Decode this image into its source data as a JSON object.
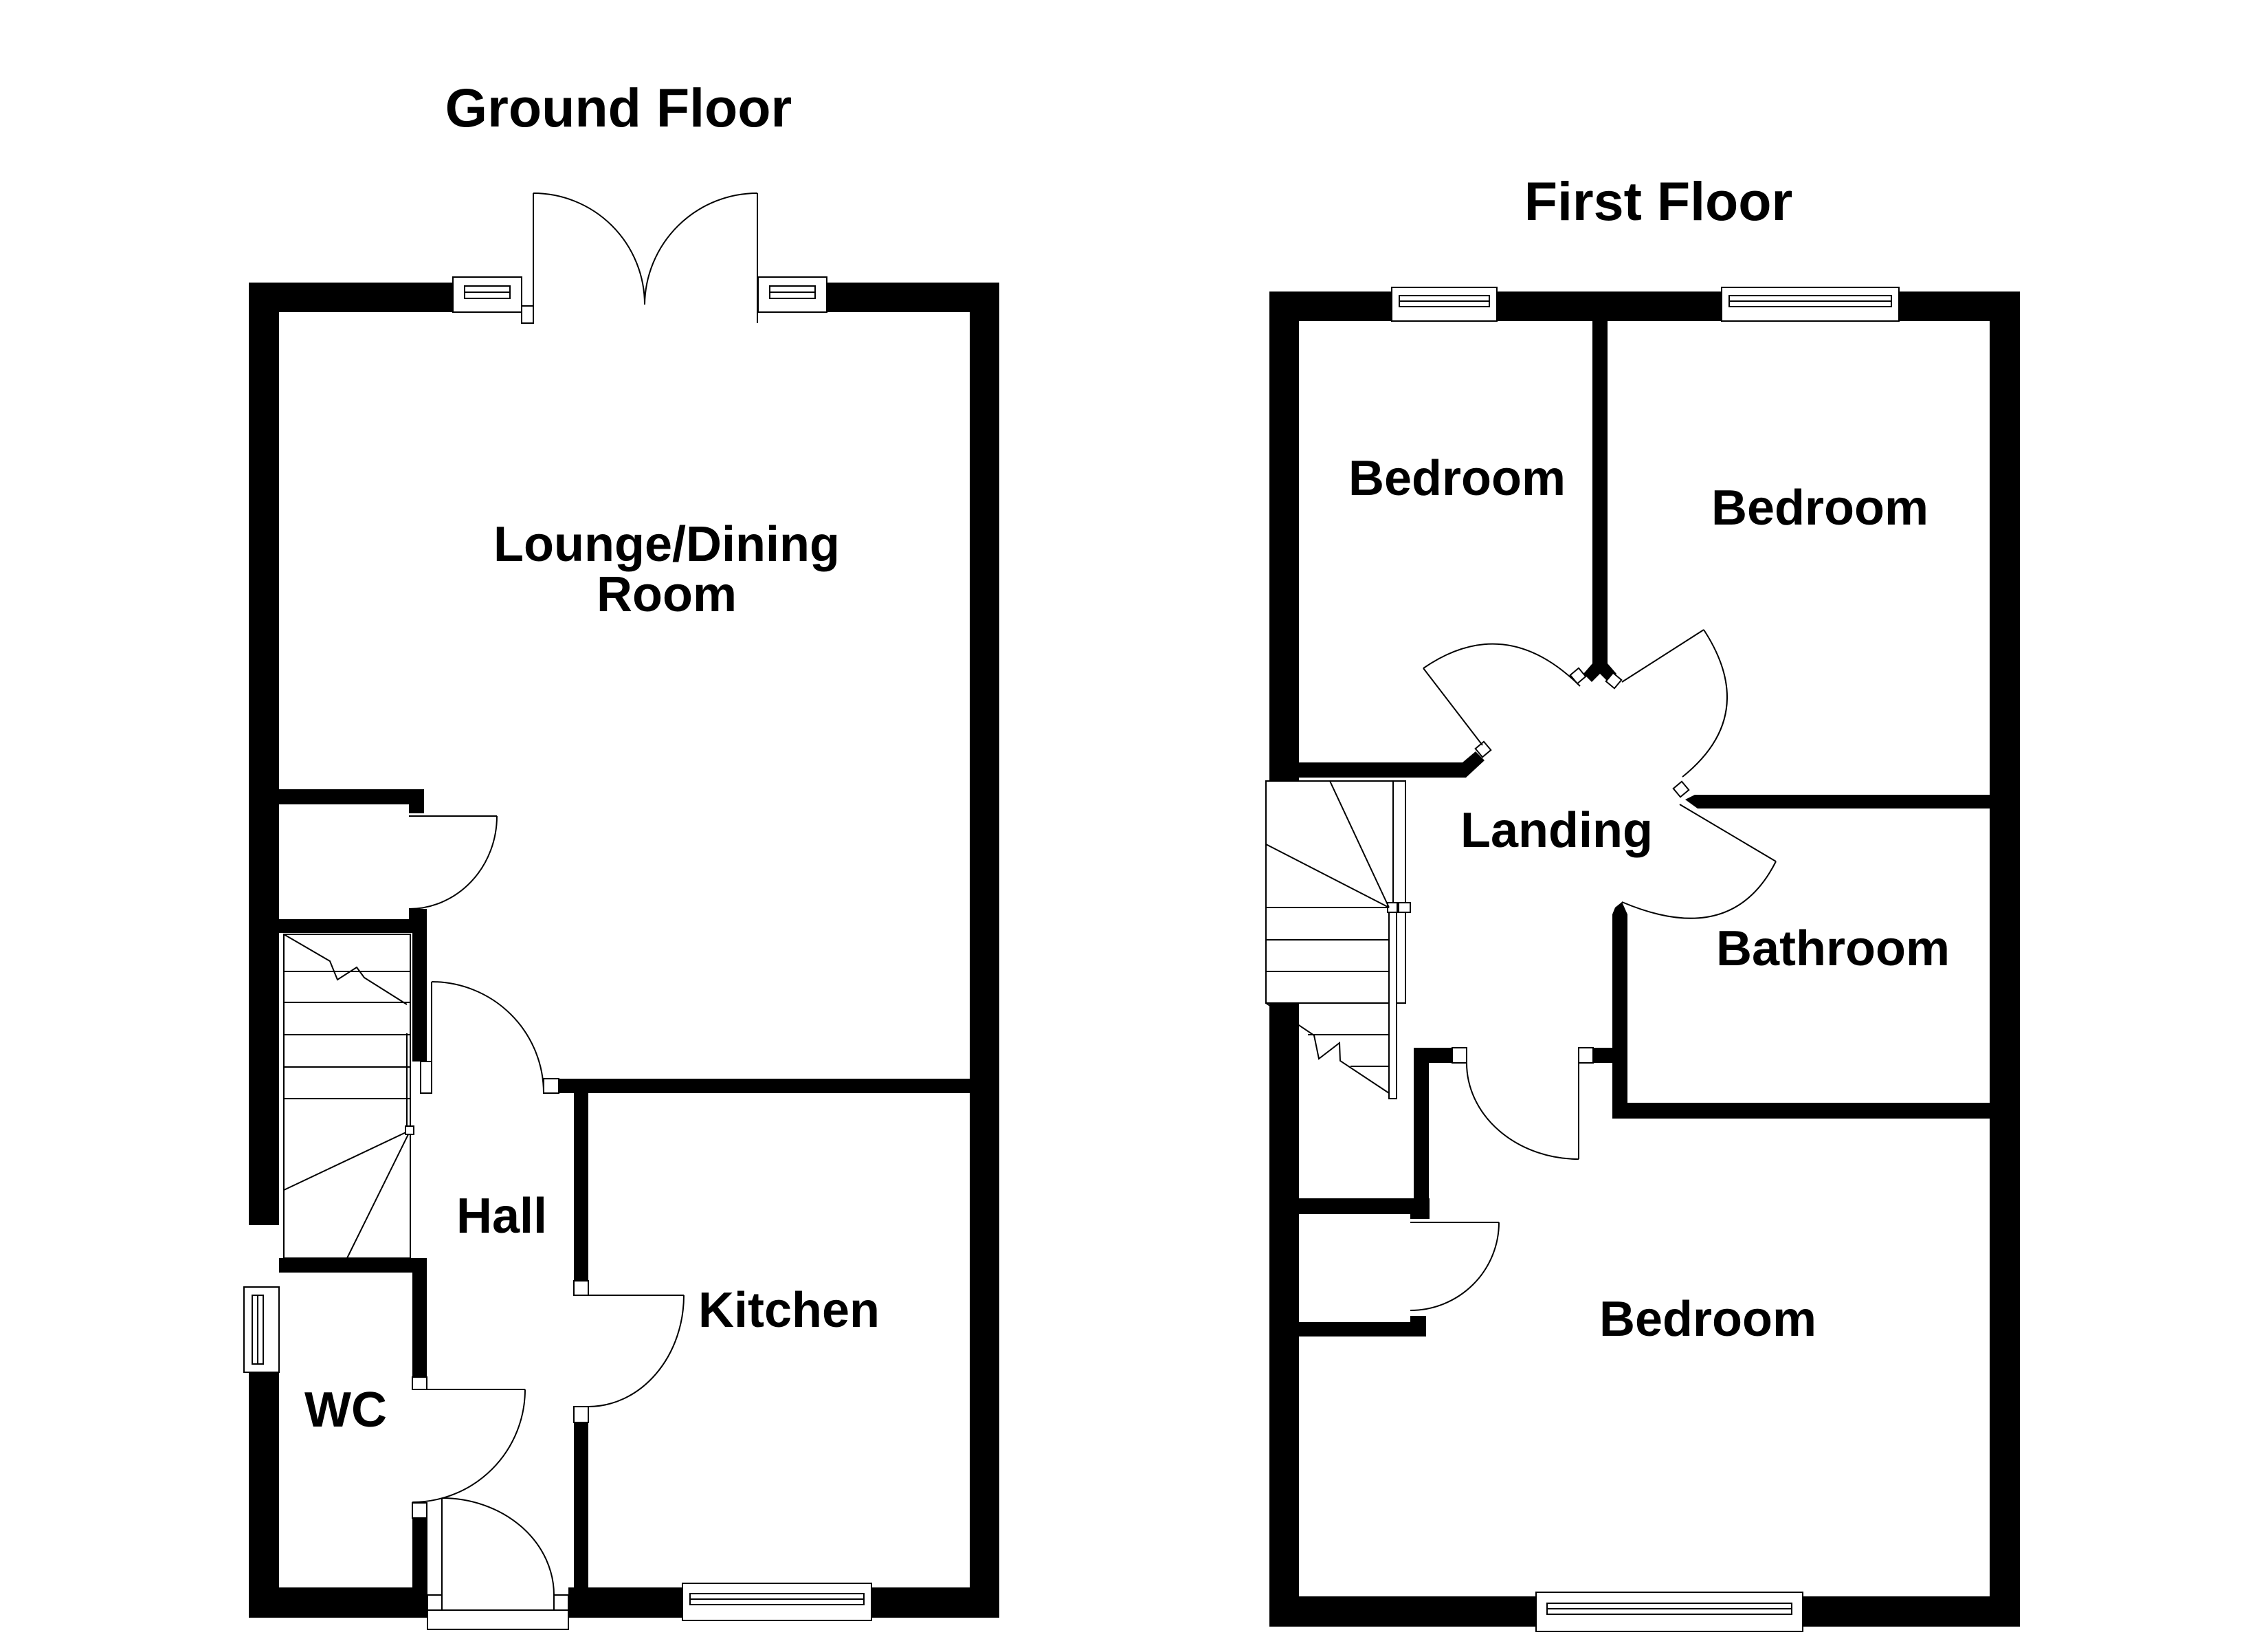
{
  "floors": [
    {
      "id": "ground",
      "title": "Ground Floor",
      "rooms": [
        {
          "name": "lounge-dining-room",
          "label_line1": "Lounge/Dining",
          "label_line2": "Room"
        },
        {
          "name": "hall",
          "label": "Hall"
        },
        {
          "name": "kitchen",
          "label": "Kitchen"
        },
        {
          "name": "wc",
          "label": "WC"
        }
      ]
    },
    {
      "id": "first",
      "title": "First Floor",
      "rooms": [
        {
          "name": "bedroom-front-left",
          "label": "Bedroom"
        },
        {
          "name": "bedroom-front-right",
          "label": "Bedroom"
        },
        {
          "name": "landing",
          "label": "Landing"
        },
        {
          "name": "bathroom",
          "label": "Bathroom"
        },
        {
          "name": "bedroom-rear",
          "label": "Bedroom"
        }
      ]
    }
  ],
  "colors": {
    "wall": "#000000",
    "background": "#ffffff",
    "line": "#000000"
  }
}
